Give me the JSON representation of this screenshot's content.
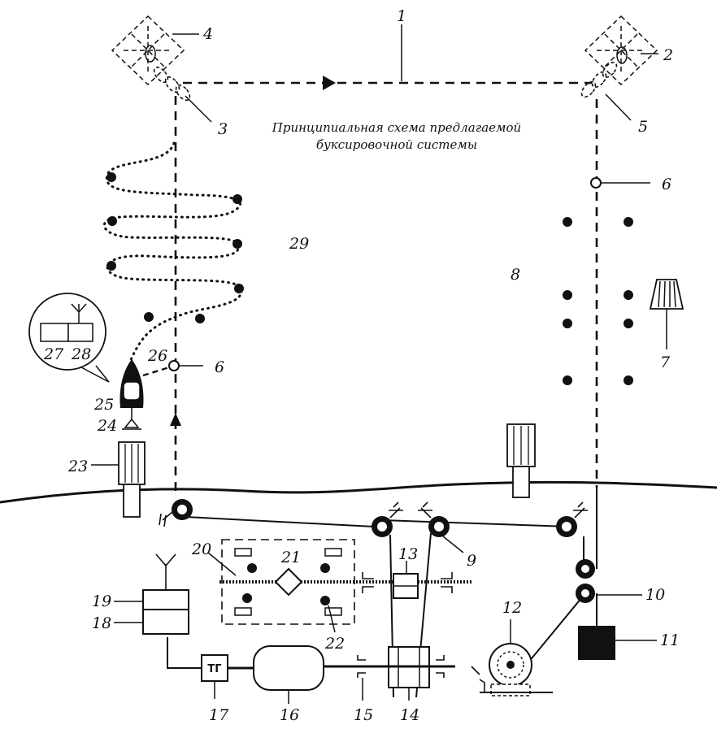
{
  "caption": {
    "line1": "Принципиальная схема предлагаемой",
    "line2": "буксировочной системы"
  },
  "generator_label": "ТГ",
  "labels": {
    "n1": "1",
    "n2": "2",
    "n3": "3",
    "n4": "4",
    "n5": "5",
    "n6a": "6",
    "n6b": "6",
    "n7": "7",
    "n8": "8",
    "n9": "9",
    "n10": "10",
    "n11": "11",
    "n12": "12",
    "n13": "13",
    "n14": "14",
    "n15": "15",
    "n16": "16",
    "n17": "17",
    "n18": "18",
    "n19": "19",
    "n20": "20",
    "n21": "21",
    "n22": "22",
    "n23": "23",
    "n24": "24",
    "n25": "25",
    "n26": "26",
    "n27": "27",
    "n28": "28",
    "n29": "29"
  }
}
